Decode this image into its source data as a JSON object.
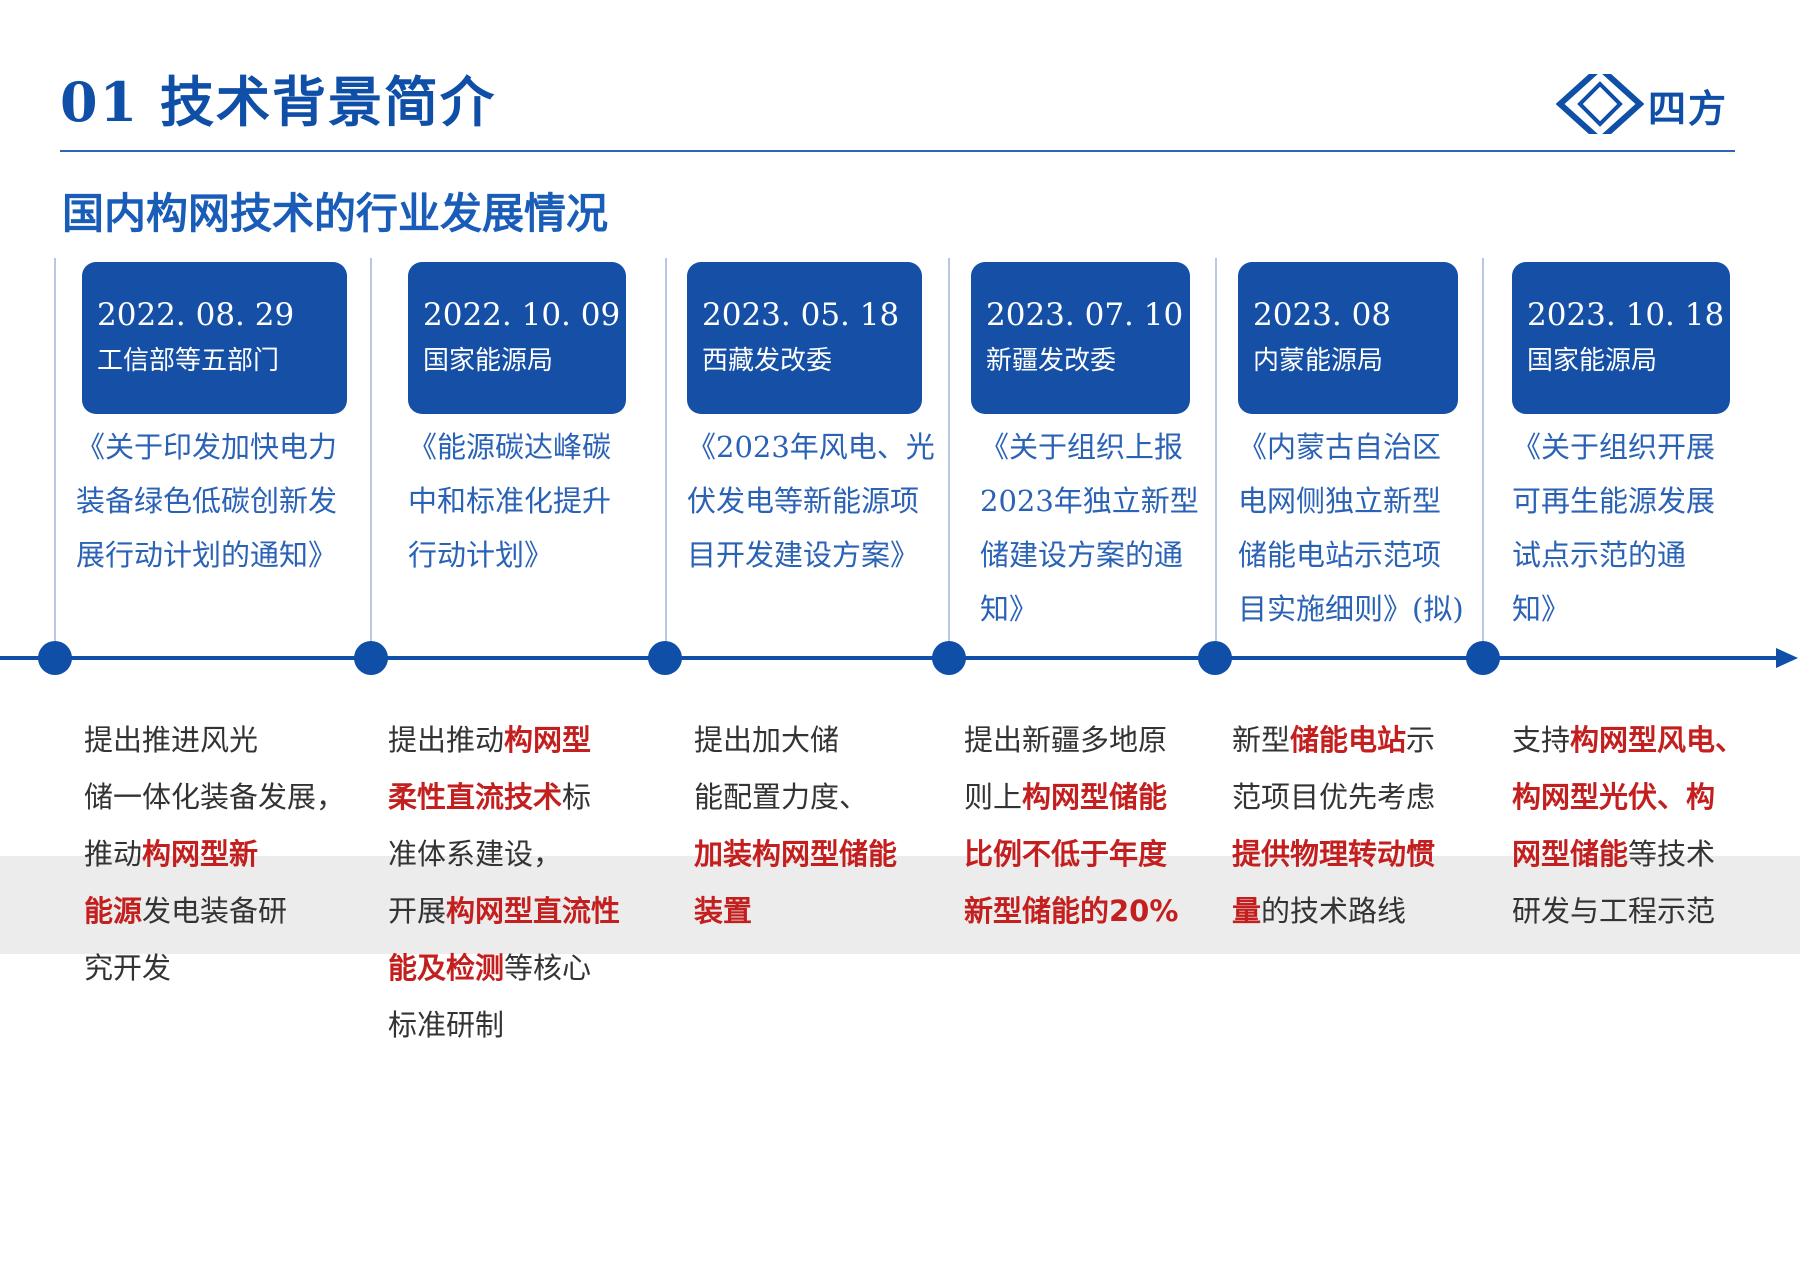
{
  "header": {
    "title": "01 技术背景简介",
    "logo_text": "四方"
  },
  "subtitle": "国内构网技术的行业发展情况",
  "colors": {
    "brand_blue": "#0f4fa8",
    "highlight_red": "#c41f1f"
  },
  "events": [
    {
      "date": "2022. 08. 29",
      "org": "工信部等五部门",
      "doc": [
        "《关于印发加快电力",
        "装备绿色低碳创新发",
        "展行动计划的通知》"
      ],
      "desc": [
        [
          {
            "t": "提出推进风光"
          }
        ],
        [
          {
            "t": "储一体化装备发展，"
          }
        ],
        [
          {
            "t": "推动"
          },
          {
            "t": "构网型新",
            "r": true
          }
        ],
        [
          {
            "t": "能源",
            "r": true
          },
          {
            "t": "发电装备研"
          }
        ],
        [
          {
            "t": "究开发"
          }
        ]
      ]
    },
    {
      "date": "2022. 10. 09",
      "org": "国家能源局",
      "doc": [
        "《能源碳达峰碳",
        "中和标准化提升",
        "行动计划》"
      ],
      "desc": [
        [
          {
            "t": "提出推动"
          },
          {
            "t": "构网型",
            "r": true
          }
        ],
        [
          {
            "t": "柔性直流技术",
            "r": true
          },
          {
            "t": "标"
          }
        ],
        [
          {
            "t": "准体系建设，"
          }
        ],
        [
          {
            "t": "开展"
          },
          {
            "t": "构网型直流性",
            "r": true
          }
        ],
        [
          {
            "t": "能及检测",
            "r": true
          },
          {
            "t": "等核心"
          }
        ],
        [
          {
            "t": "标准研制"
          }
        ]
      ]
    },
    {
      "date": "2023. 05. 18",
      "org": "西藏发改委",
      "doc": [
        "《2023年风电、光",
        "伏发电等新能源项",
        "目开发建设方案》"
      ],
      "desc": [
        [
          {
            "t": "提出加大储"
          }
        ],
        [
          {
            "t": "能配置力度、"
          }
        ],
        [
          {
            "t": "加装构网型储能",
            "r": true
          }
        ],
        [
          {
            "t": "装置",
            "r": true
          }
        ]
      ]
    },
    {
      "date": "2023. 07. 10",
      "org": "新疆发改委",
      "doc": [
        "《关于组织上报",
        "2023年独立新型",
        "储建设方案的通",
        "知》"
      ],
      "desc": [
        [
          {
            "t": "提出新疆多地原"
          }
        ],
        [
          {
            "t": "则上"
          },
          {
            "t": "构网型储能",
            "r": true
          }
        ],
        [
          {
            "t": "比例不低于年度",
            "r": true
          }
        ],
        [
          {
            "t": "新型储能的20%",
            "r": true
          }
        ]
      ]
    },
    {
      "date": "2023. 08",
      "org": "内蒙能源局",
      "doc": [
        "《内蒙古自治区",
        "电网侧独立新型",
        "储能电站示范项",
        "目实施细则》(拟)"
      ],
      "desc": [
        [
          {
            "t": "新型"
          },
          {
            "t": "储能电站",
            "r": true
          },
          {
            "t": "示"
          }
        ],
        [
          {
            "t": "范项目优先考虑"
          }
        ],
        [
          {
            "t": "提供物理转动惯",
            "r": true
          }
        ],
        [
          {
            "t": "量",
            "r": true
          },
          {
            "t": "的技术路线"
          }
        ]
      ]
    },
    {
      "date": "2023. 10. 18",
      "org": "国家能源局",
      "doc": [
        "《关于组织开展",
        "可再生能源发展",
        "试点示范的通",
        "知》"
      ],
      "desc": [
        [
          {
            "t": "支持"
          },
          {
            "t": "构网型风电、",
            "r": true
          }
        ],
        [
          {
            "t": "构网型光伏、构",
            "r": true
          }
        ],
        [
          {
            "t": "网型储能",
            "r": true
          },
          {
            "t": "等技术"
          }
        ],
        [
          {
            "t": "研发与工程示范"
          }
        ]
      ]
    }
  ]
}
